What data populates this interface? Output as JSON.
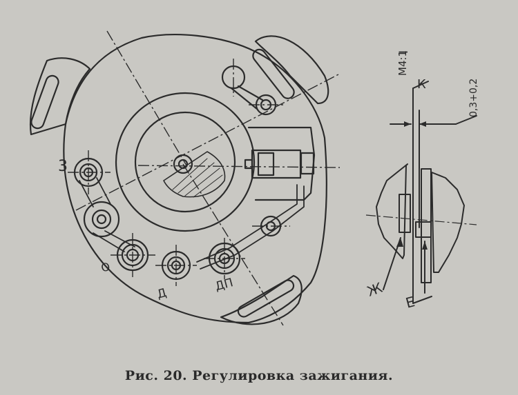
{
  "caption": "Рис. 20. Регулировка зажигания.",
  "labels": {
    "three": "3",
    "o": "О",
    "d": "Д",
    "dp": "ДП",
    "i_mark": "I",
    "scale": "М4:1",
    "k": "К",
    "gap": "0,3+0,2",
    "zh": "Ж",
    "e": "Е"
  },
  "colors": {
    "paper": "#c9c8c3",
    "ink": "#2b2b2b"
  }
}
